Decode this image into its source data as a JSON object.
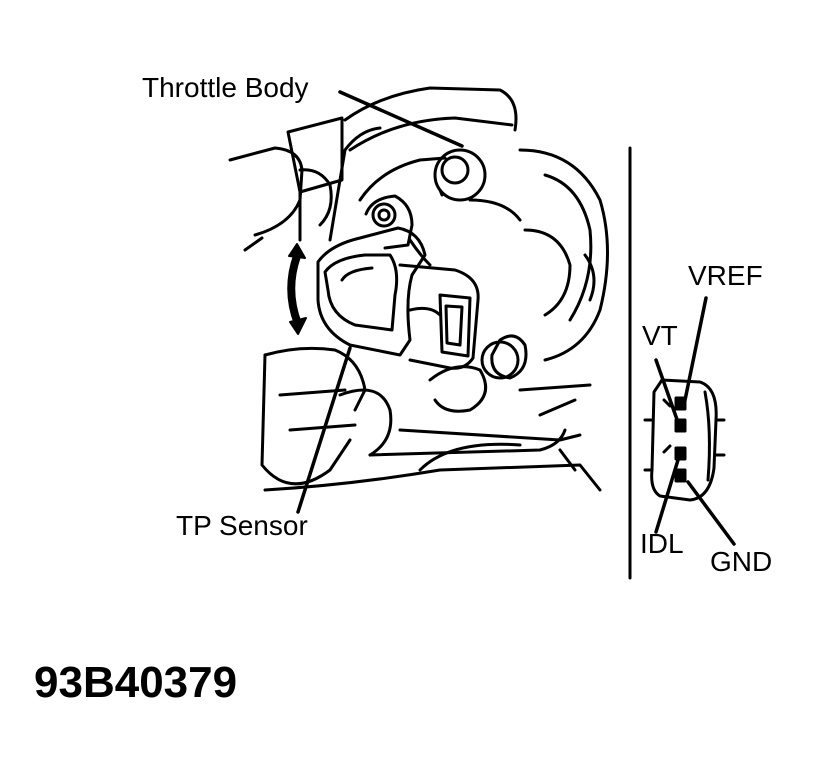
{
  "labels": {
    "throttle_body": "Throttle Body",
    "tp_sensor": "TP Sensor",
    "vref": "VREF",
    "vt": "VT",
    "idl": "IDL",
    "gnd": "GND"
  },
  "figure_id": "93B40379"
}
